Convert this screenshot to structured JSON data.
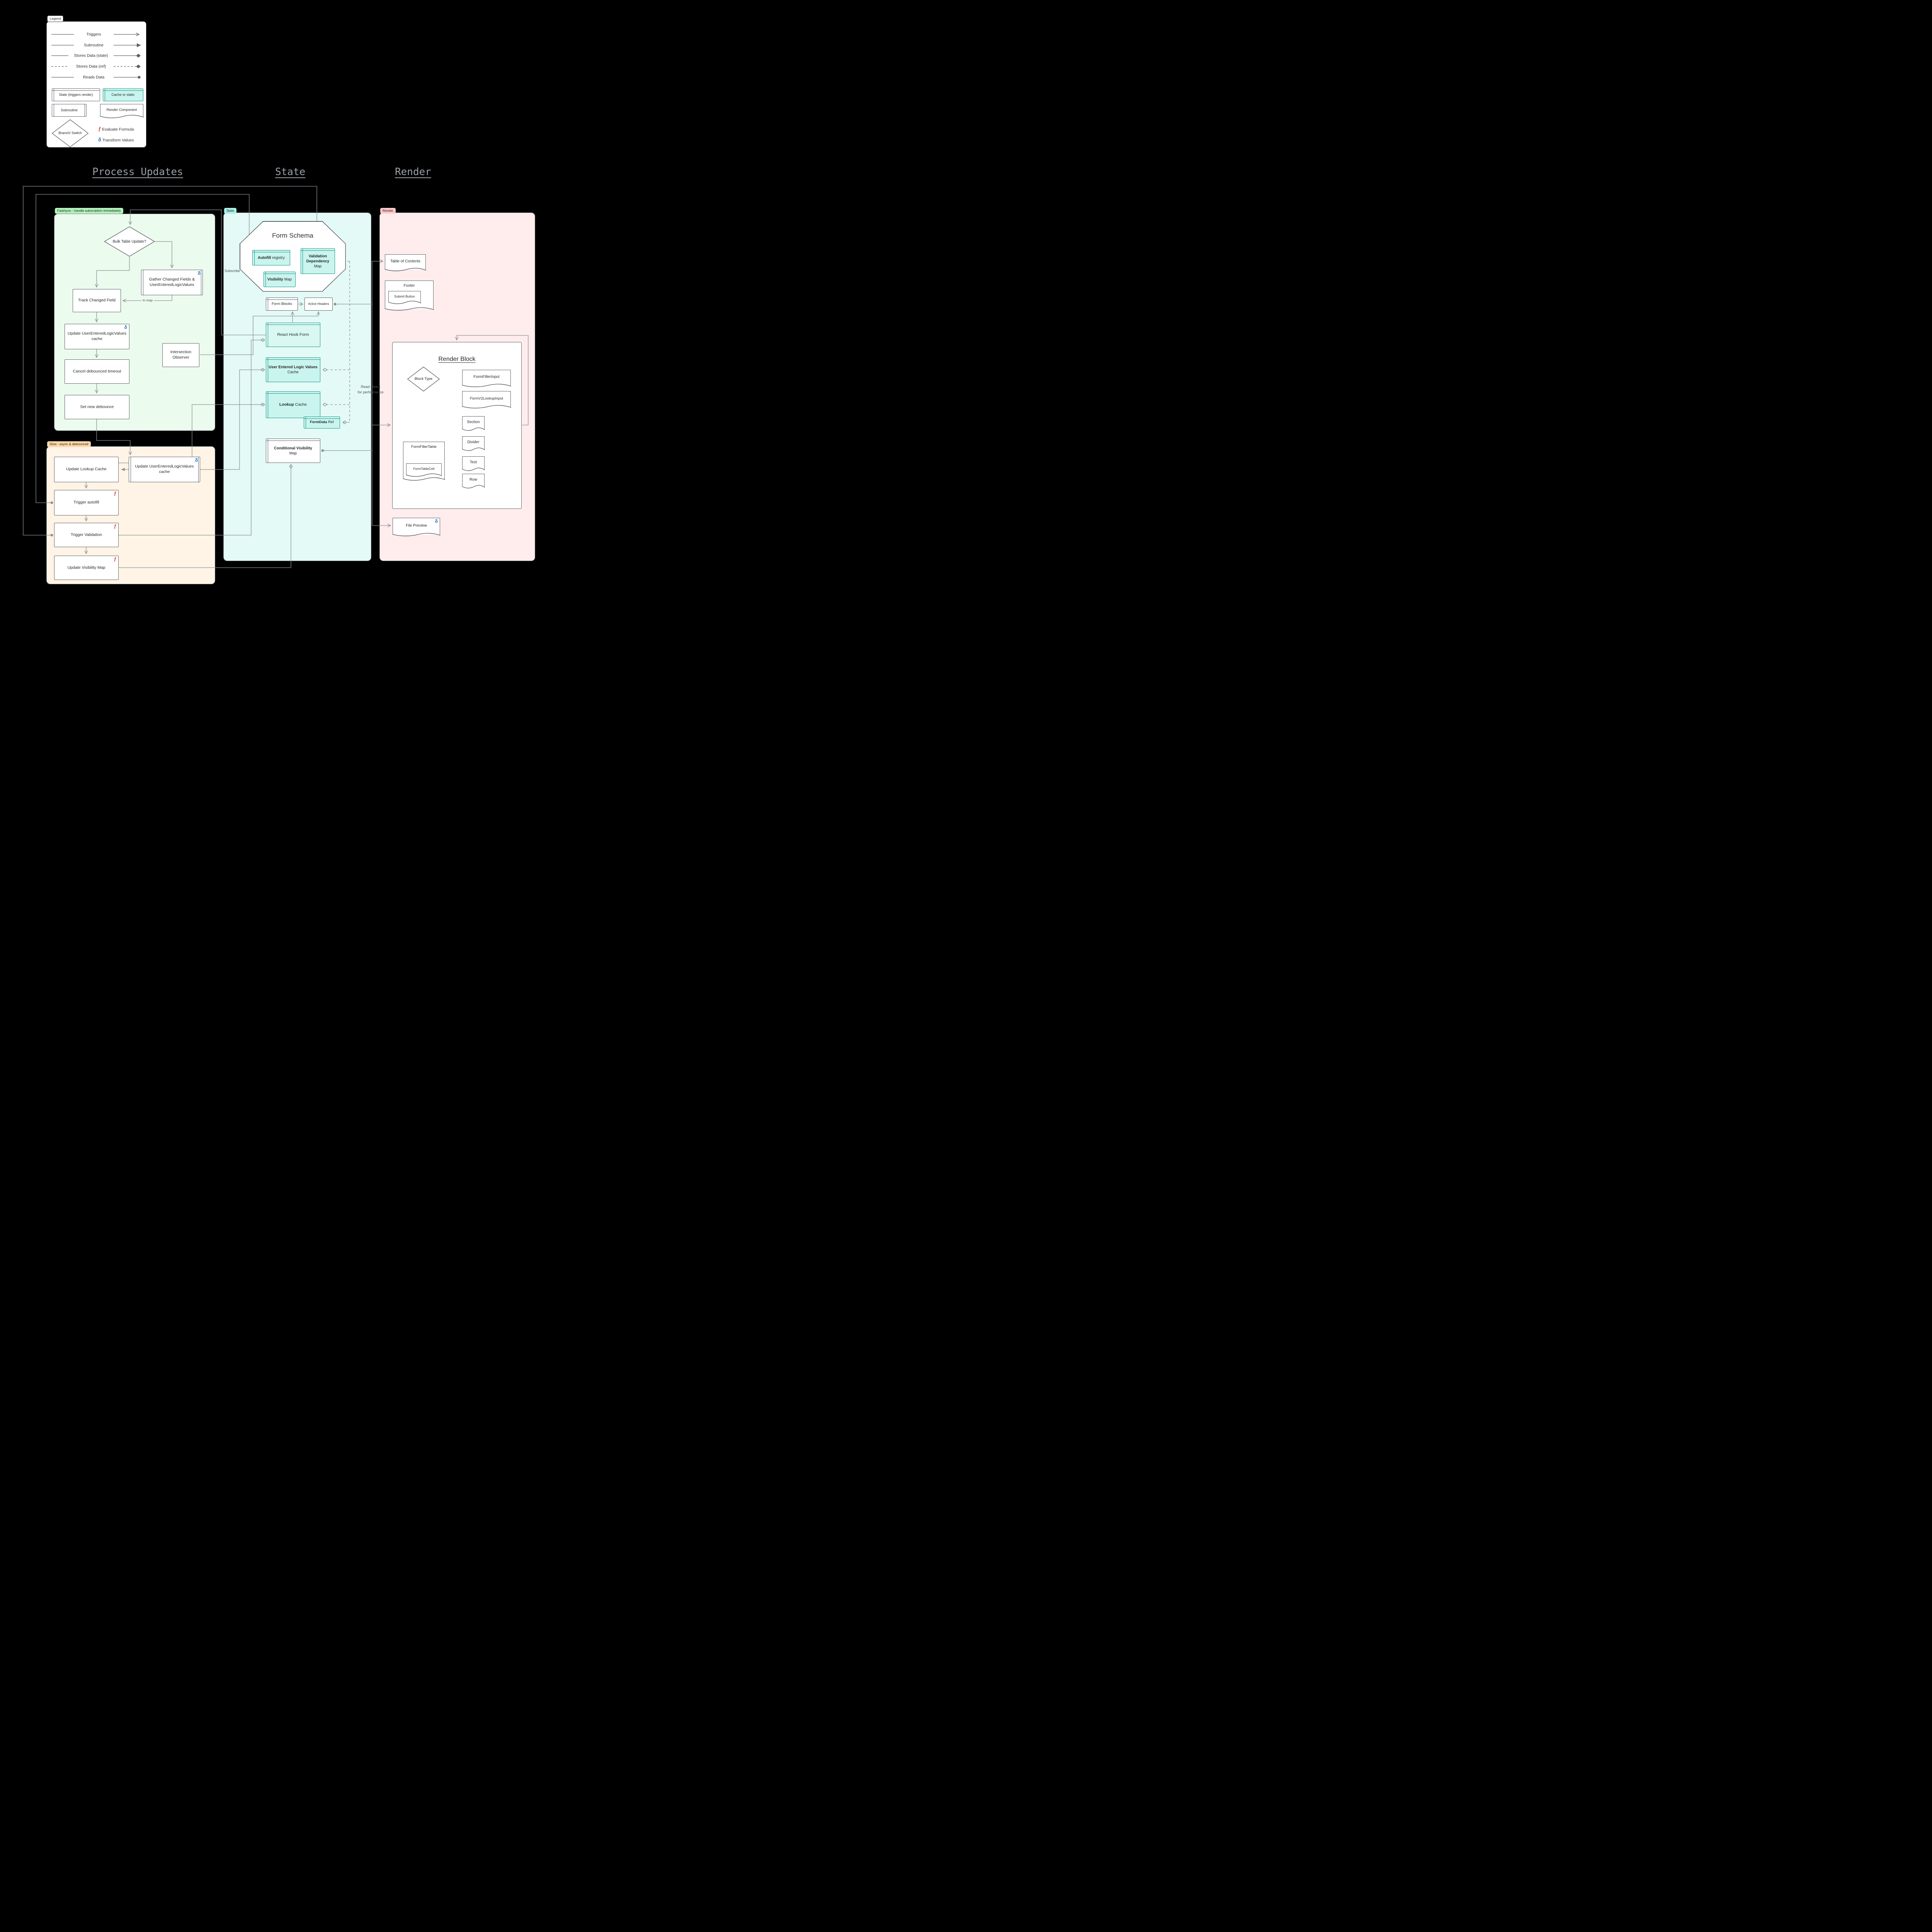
{
  "legend": {
    "tag": "Legend",
    "arrow_rows": [
      {
        "label": "Triggers",
        "marker": "arrow",
        "dashed": false
      },
      {
        "label": "Subroutine",
        "marker": "triangle",
        "dashed": false
      },
      {
        "label": "Stores Data (state)",
        "marker": "diamond",
        "dashed": false
      },
      {
        "label": "Stores Data (ref)",
        "marker": "diamond",
        "dashed": true
      },
      {
        "label": "Reads Data",
        "marker": "dot",
        "dashed": false
      }
    ],
    "state_box": "State (triggers render)",
    "cache_box": "Cache or static",
    "subroutine_box": "Subroutine",
    "render_component_box": "Render Component",
    "branch_label": "Branch/ Switch",
    "formula_label": "Evaluate Formula",
    "transform_label": "Transform Values"
  },
  "headings": {
    "process": "Process Updates",
    "state": "State",
    "render": "Render"
  },
  "fast": {
    "tag": "Fast/sync - handle subscription immediately",
    "bulk_diamond": "Bulk Table Update?",
    "gather": "Gather Changed Fields & UserEnteredLogicValues",
    "track": "Track Changed Field",
    "update_cache": "Update UserEnteredLogicValues cache",
    "cancel": "Cancel debounced timeout",
    "debounce": "Set new debounce",
    "observer": "Intersection Observer",
    "in_map_label": "In map"
  },
  "slow": {
    "tag": "Slow - async & debounced",
    "update_lookup": "Update Lookup Cache",
    "update_cache": "Update UserEnteredLogicValues cache",
    "trigger_autofill": "Trigger autofill",
    "trigger_validation": "Trigger Validation",
    "update_visibility": "Update Visibility Map"
  },
  "state": {
    "tag": "State",
    "schema_title": "Form Schema",
    "autofill_registry": {
      "bold": "Autofill",
      "rest": " registry"
    },
    "validation_map": {
      "bold": "Validation Dependency",
      "rest": "Map"
    },
    "visibility_map": {
      "bold": "Visibility",
      "rest": " Map"
    },
    "form_blocks": "Form Blocks",
    "active_headers": "Active Headers",
    "react_hook_form": "React Hook Form",
    "uelv_cache": {
      "bold": "User Entered Logic Values",
      "rest": "Cache"
    },
    "lookup_cache": {
      "bold": "Lookup",
      "rest": " Cache"
    },
    "formdata_ref": {
      "bold": "FormData",
      "rest": " Ref"
    },
    "conditional_visibility": {
      "bold": "Conditional Visibility",
      "rest": "Map"
    },
    "subscribe_label": "Subscribe",
    "read_direct_line1": "Read Direct",
    "read_direct_line2": "for performance"
  },
  "render": {
    "tag": "Render",
    "toc": "Table of Contents",
    "footer": "Footer",
    "submit_button": "Submit Button",
    "block_title": "Render Block",
    "block_type": "Block Type",
    "components": [
      "FormFillerInput",
      "FormV2LookupInput",
      "Section",
      "Divider",
      "Text",
      "Row"
    ],
    "filler_table": "FormFillerTable",
    "table_cell": "FormTableCell",
    "file_preview": "File Preview"
  },
  "symbols": {
    "formula": "ƒ",
    "delta": "δ"
  },
  "colors": {
    "teal_fill": "#c9f5ee",
    "teal_border": "#149287",
    "green_fill": "#ebfbee",
    "green_tag": "#b2f2bb",
    "orange_fill": "#fff4e6",
    "orange_tag": "#ffd8a8",
    "state_fill": "#e3faf6",
    "state_tag": "#a9f0e7",
    "render_fill": "#ffeded",
    "render_tag": "#ffc9c9",
    "formula_red": "#e03131",
    "delta_blue": "#1971c2",
    "line_gray": "#8b9097"
  }
}
